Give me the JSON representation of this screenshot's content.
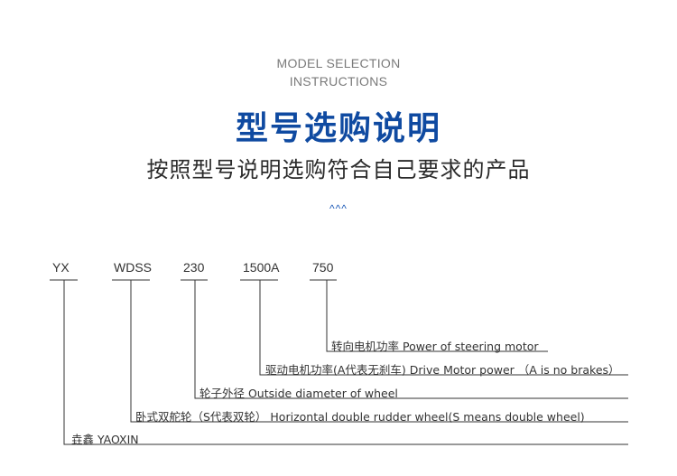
{
  "header": {
    "english_line1": "MODEL SELECTION",
    "english_line2": "INSTRUCTIONS",
    "title": "型号选购说明",
    "description": "按照型号说明选购符合自己要求的产品",
    "decoration": "^^^"
  },
  "model_code": {
    "parts": [
      "YX",
      "WDSS",
      "230",
      "1500A",
      "750"
    ]
  },
  "legend": {
    "steering_motor": "转向电机功率 Power of steering motor",
    "drive_motor": "驱动电机功率(A代表无刹车) Drive Motor power （A is no brakes）",
    "wheel_diameter": "轮子外径 Outside diameter of wheel",
    "wheel_type": "卧式双舵轮（S代表双轮） Horizontal double rudder wheel(S means double wheel)",
    "brand": "垚鑫 YAOXIN"
  },
  "colors": {
    "title": "#0f4aa1",
    "line": "#333333"
  }
}
